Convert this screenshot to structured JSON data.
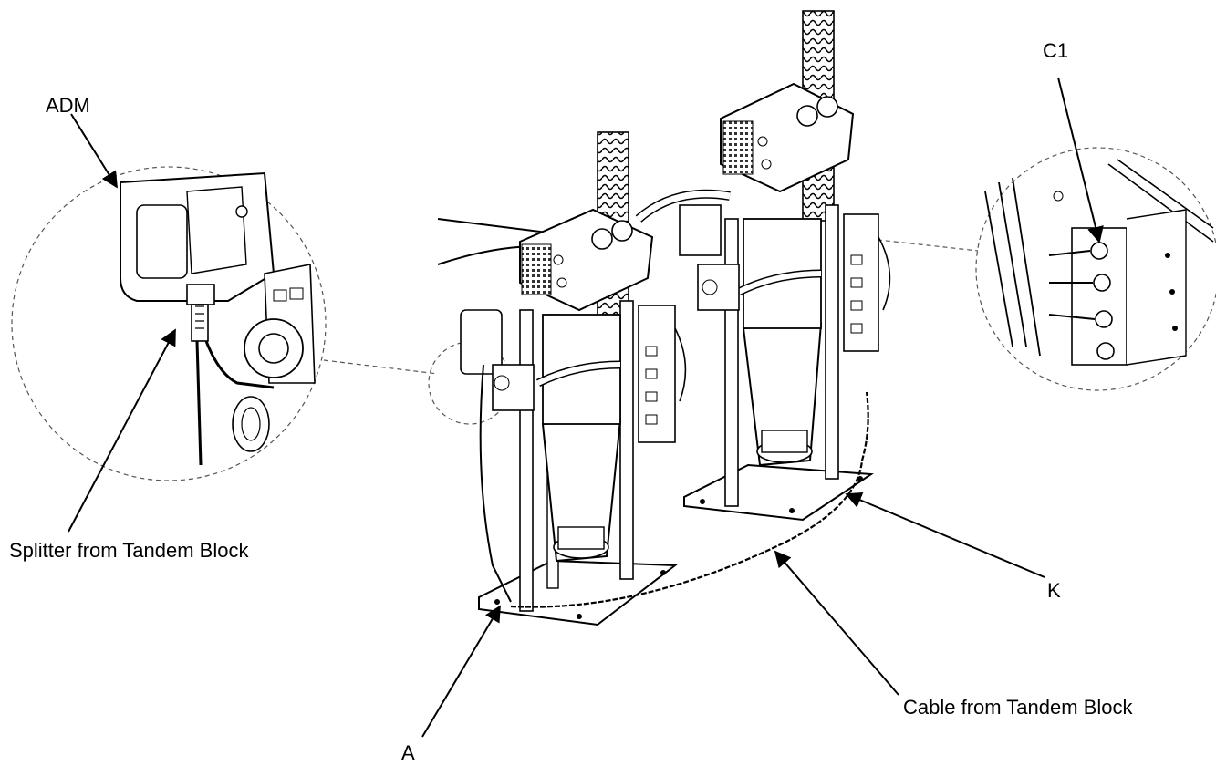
{
  "callouts": {
    "adm": "ADM",
    "c1": "C1",
    "splitter": "Splitter from Tandem Block",
    "k": "K",
    "cable": "Cable from Tandem Block",
    "a": "A"
  },
  "colors": {
    "line": "#000000",
    "panel_dark": "#3a3a3a",
    "grille": "#9a9a9a",
    "background": "#ffffff"
  }
}
